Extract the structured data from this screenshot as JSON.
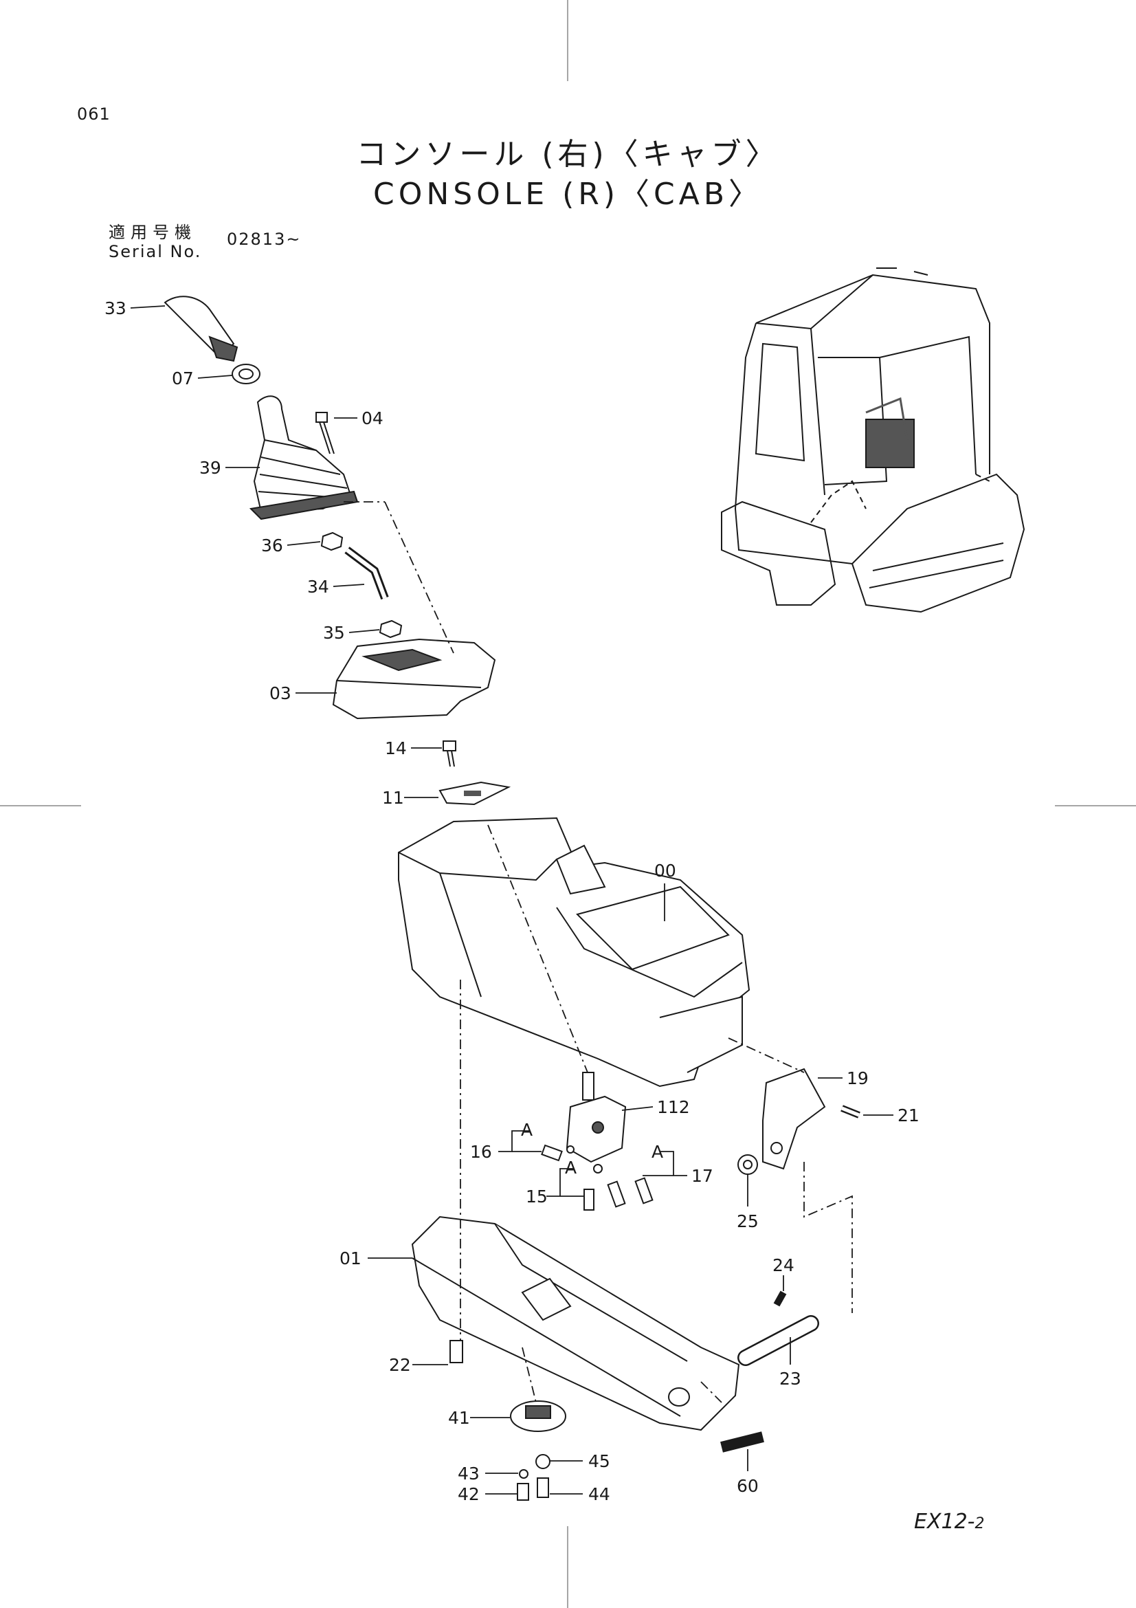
{
  "page_number": "061",
  "title_ja": "コンソール (右)〈キャブ〉",
  "title_en": "CONSOLE (R)〈CAB〉",
  "serial_label_ja": "適用号機",
  "serial_label_en": "Serial No.",
  "serial_value": "02813~",
  "model_code": "EX12-",
  "model_code_sub": "2",
  "parts": [
    {
      "label": "33"
    },
    {
      "label": "07"
    },
    {
      "label": "04"
    },
    {
      "label": "39"
    },
    {
      "label": "36"
    },
    {
      "label": "34"
    },
    {
      "label": "35"
    },
    {
      "label": "03"
    },
    {
      "label": "14"
    },
    {
      "label": "11"
    },
    {
      "label": "00"
    },
    {
      "label": "19"
    },
    {
      "label": "21"
    },
    {
      "label": "112"
    },
    {
      "label": "16"
    },
    {
      "label": "17"
    },
    {
      "label": "15"
    },
    {
      "label": "25"
    },
    {
      "label": "01"
    },
    {
      "label": "24"
    },
    {
      "label": "22"
    },
    {
      "label": "23"
    },
    {
      "label": "41"
    },
    {
      "label": "45"
    },
    {
      "label": "43"
    },
    {
      "label": "42"
    },
    {
      "label": "44"
    },
    {
      "label": "60"
    }
  ],
  "ref_marks": [
    {
      "label": "A"
    },
    {
      "label": "A"
    },
    {
      "label": "A"
    }
  ],
  "colors": {
    "ink": "#1a1a1a",
    "paper": "#ffffff",
    "shade": "#555555"
  }
}
